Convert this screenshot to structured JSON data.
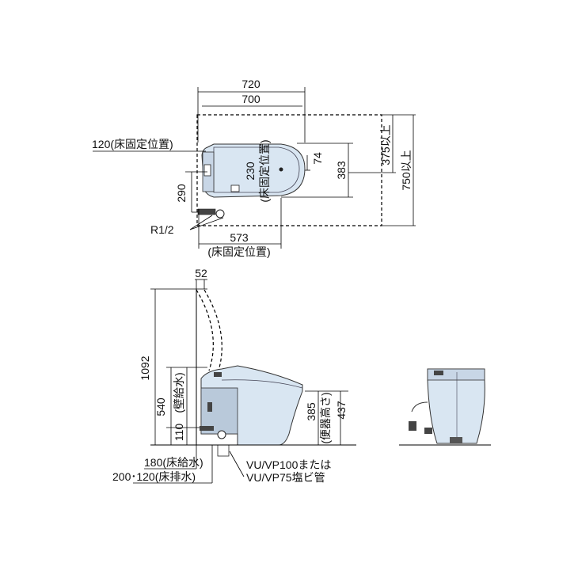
{
  "colors": {
    "body_fill": "#d9e6f2",
    "body_stroke": "#333333",
    "line": "#000000"
  },
  "top_view": {
    "dim_720": "720",
    "dim_700": "700",
    "dim_120": "120(床固定位置)",
    "dim_290": "290",
    "dim_230": "230",
    "floor_fix_vertical": "(床固定位置)",
    "dim_74": "74",
    "dim_383": "383",
    "dim_375": "375以上",
    "dim_750": "750以上",
    "pipe_label": "R1/2",
    "dim_573": "573",
    "floor_fix_bottom": "(床固定位置)"
  },
  "side_view": {
    "dim_52": "52",
    "dim_1092": "1092",
    "dim_540": "540",
    "wall_supply": "(壁給水)",
    "dim_110": "110",
    "dim_385": "385",
    "seat_height": "(便器高さ)",
    "dim_437": "437",
    "floor_supply": "180(床給水)",
    "floor_drain": "200･120(床排水)",
    "pipe_note_1": "VU/VP100または",
    "pipe_note_2": "VU/VP75塩ビ管"
  }
}
